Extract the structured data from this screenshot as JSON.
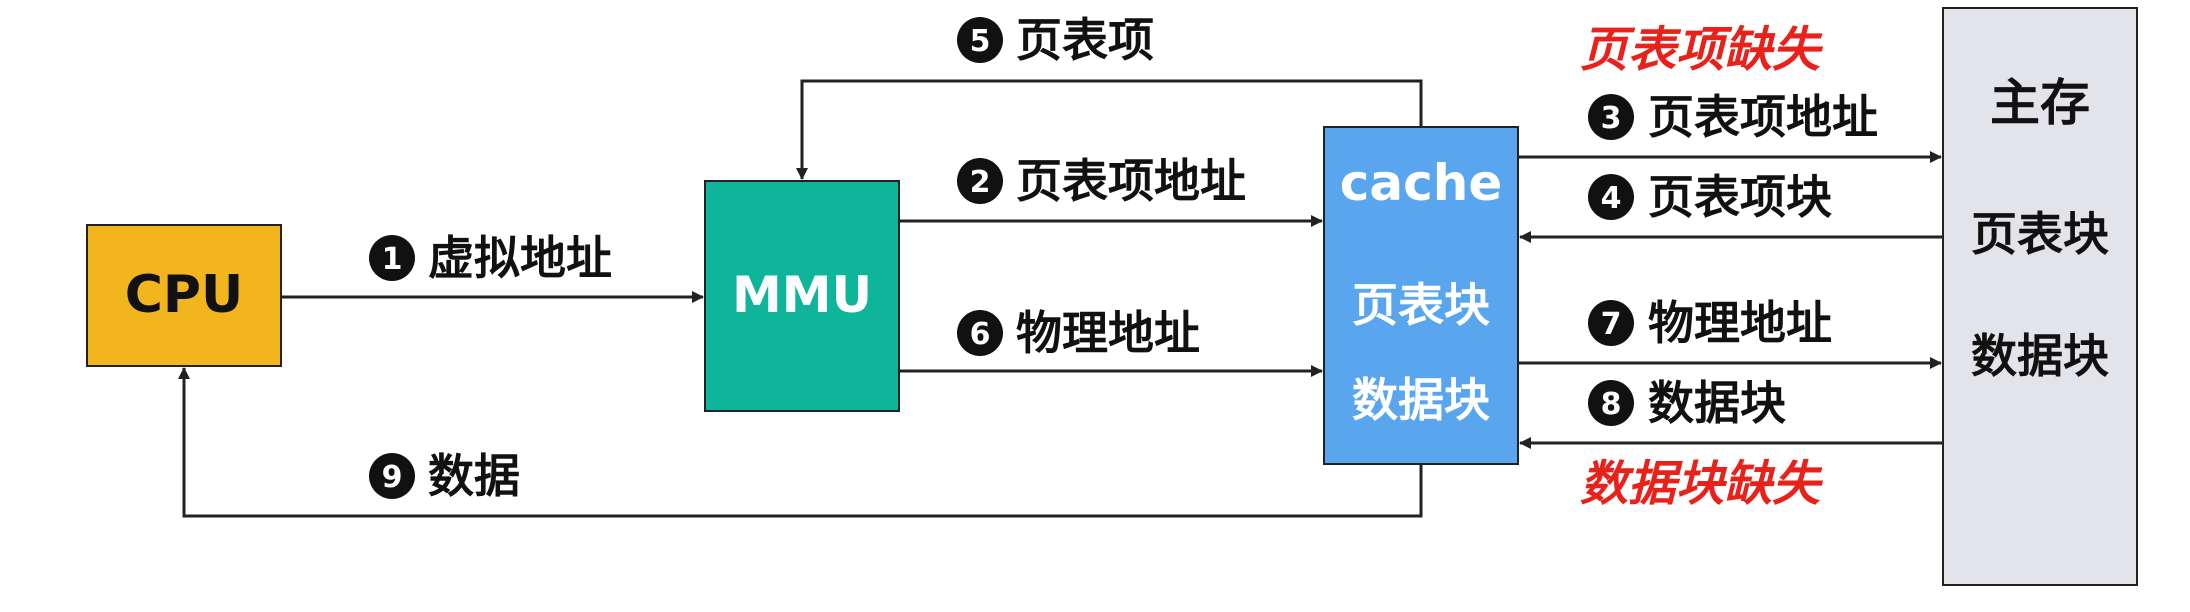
{
  "boxes": {
    "cpu": {
      "label": "CPU",
      "color": "#f2b51e"
    },
    "mmu": {
      "label": "MMU",
      "color": "#0fb59a"
    },
    "cache": {
      "title": "cache",
      "line1": "页表块",
      "line2": "数据块",
      "color": "#5aa6ee"
    },
    "memory": {
      "title": "主存",
      "line1": "页表块",
      "line2": "数据块",
      "color": "#e3e4ea"
    }
  },
  "steps": [
    {
      "num": "1",
      "label": "虚拟地址"
    },
    {
      "num": "2",
      "label": "页表项地址"
    },
    {
      "num": "3",
      "label": "页表项地址"
    },
    {
      "num": "4",
      "label": "页表项块"
    },
    {
      "num": "5",
      "label": "页表项"
    },
    {
      "num": "6",
      "label": "物理地址"
    },
    {
      "num": "7",
      "label": "物理地址"
    },
    {
      "num": "8",
      "label": "数据块"
    },
    {
      "num": "9",
      "label": "数据"
    }
  ],
  "misses": {
    "page_table_miss": "页表项缺失",
    "data_block_miss": "数据块缺失",
    "color": "#e8221b"
  },
  "arrow_color": "#222222"
}
